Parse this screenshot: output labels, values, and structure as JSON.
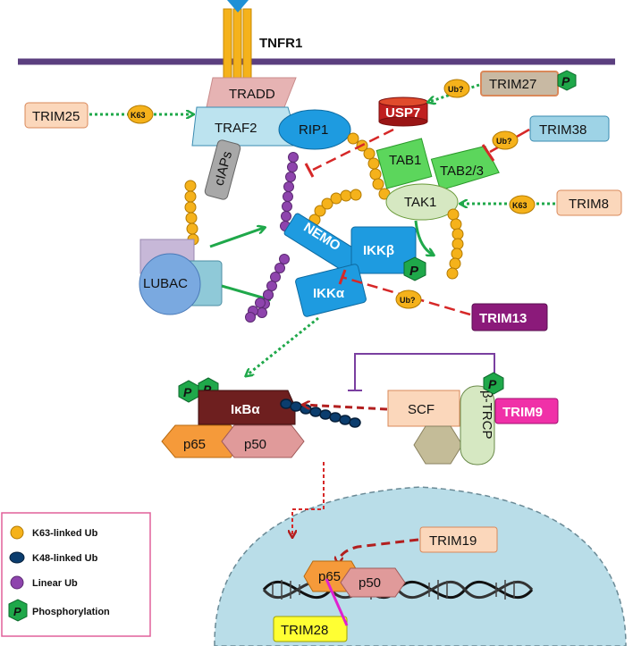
{
  "membrane": {
    "receptor_label": "TNFR1"
  },
  "proteins": {
    "tradd": "TRADD",
    "traf2": "TRAF2",
    "rip1": "RIP1",
    "ciaps": "cIAPs",
    "lubac": "LUBAC",
    "usp7": "USP7",
    "tab1": "TAB1",
    "tab23": "TAB2/3",
    "tak1": "TAK1",
    "nemo": "NEMO",
    "ikkb": "IKKβ",
    "ikka": "IKKα",
    "ikba": "IκBα",
    "p65": "p65",
    "p50": "p50",
    "scf": "SCF",
    "btrcp": "β-TRCP",
    "nuclear_p65": "p65",
    "nuclear_p50": "p50"
  },
  "trims": {
    "trim25": "TRIM25",
    "trim27": "TRIM27",
    "trim38": "TRIM38",
    "trim8": "TRIM8",
    "trim13": "TRIM13",
    "trim9": "TRIM9",
    "trim19": "TRIM19",
    "trim28": "TRIM28"
  },
  "markers": {
    "k63": "K63",
    "ub_unknown": "Ub?",
    "phospho": "P"
  },
  "legend": {
    "items": [
      {
        "label": "K63-linked Ub",
        "color": "#f5b21b"
      },
      {
        "label": "K48-linked Ub",
        "color": "#0b3d6e"
      },
      {
        "label": "Linear Ub",
        "color": "#8e44ad"
      },
      {
        "label": "Phosphorylation",
        "color": "#1fa84a"
      }
    ]
  },
  "colors": {
    "membrane": "#5b3f7f",
    "activation_arrow": "#1fa84a",
    "inhibition": "#d62828",
    "degradation_arrow": "#b21f1f",
    "nucleus": "#b9dde8"
  }
}
